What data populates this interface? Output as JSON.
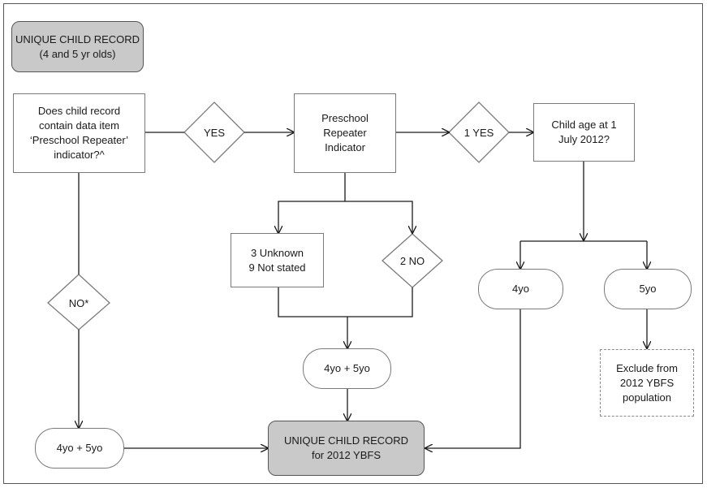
{
  "nodes": {
    "start": "UNIQUE CHILD RECORD\n(4 and 5 yr olds)",
    "question": "Does child record\ncontain data item\n‘Preschool Repeater’\nindicator?^",
    "yes": "YES",
    "no_star": "NO*",
    "repeater": "Preschool\nRepeater\nIndicator",
    "one_yes": "1 YES",
    "age_question": "Child age at 1\nJuly 2012?",
    "unknown": "3 Unknown\n9 Not stated",
    "two_no": "2 NO",
    "age_4yo": "4yo",
    "age_5yo": "5yo",
    "mid_both": "4yo + 5yo",
    "left_both": "4yo + 5yo",
    "exclude": "Exclude from\n2012 YBFS\npopulation",
    "final": "UNIQUE CHILD RECORD\nfor 2012 YBFS"
  },
  "colors": {
    "line": "#1a1a1a",
    "box_border": "#7a7a7a",
    "gray_fill": "#c9c9c9"
  }
}
